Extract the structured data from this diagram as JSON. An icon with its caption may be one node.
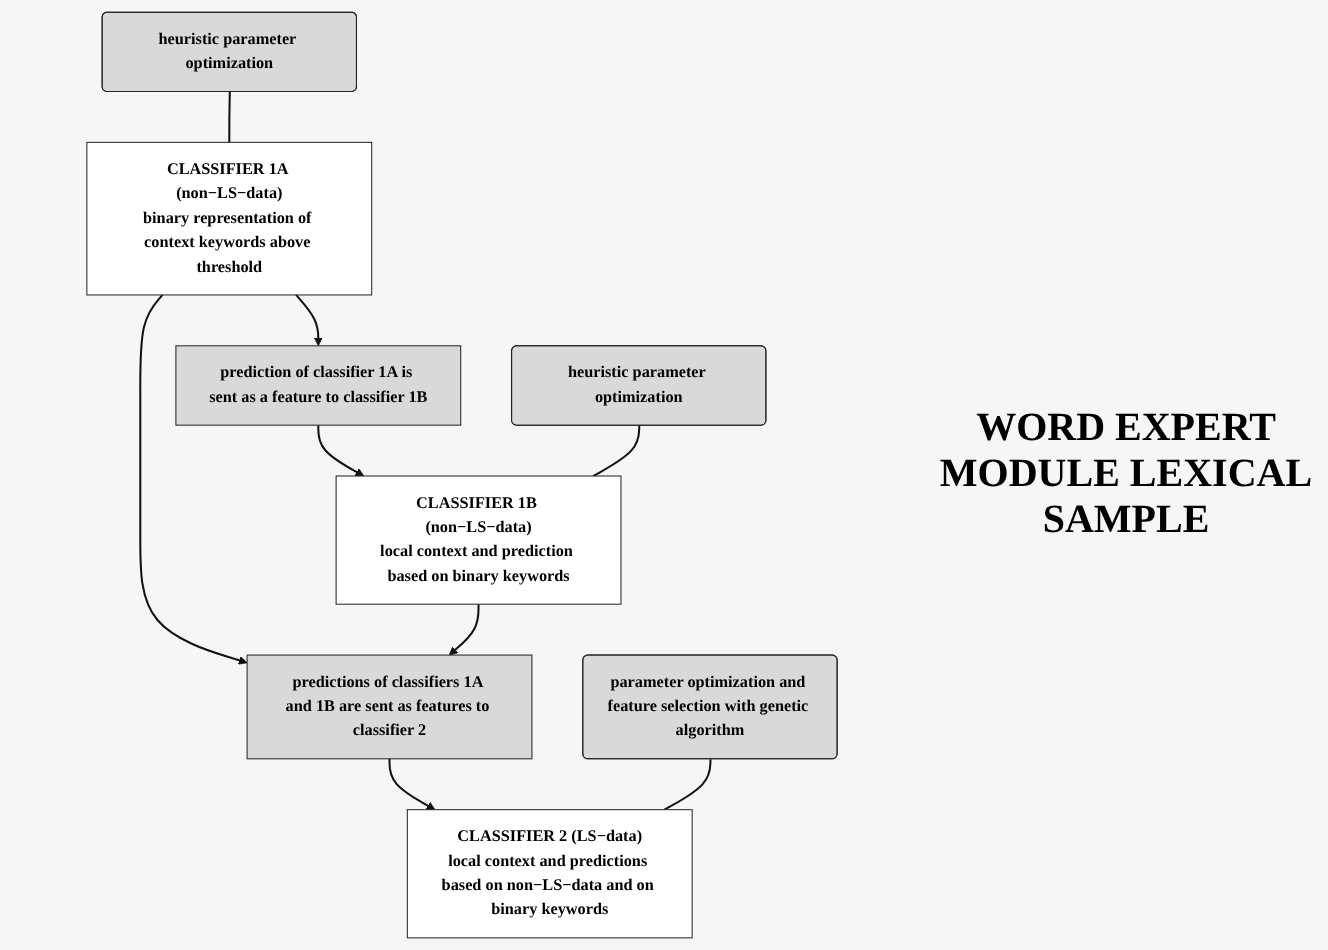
{
  "diagram": {
    "nodes": [
      {
        "text": [
          "heuristic parameter optimization"
        ]
      },
      {
        "text": [
          "prediction of classifier 1A is sent as a feature to classifier 1B"
        ]
      },
      {
        "text": [
          "heuristic parameter optimization"
        ]
      },
      {
        "text": [
          "CLASSIFIER 1A (non−LS−data)",
          "binary representation of context keywords above threshold"
        ]
      },
      {
        "text": [
          "CLASSIFIER 1B (non−LS−data)",
          "local context and prediction based on binary keywords"
        ]
      },
      {
        "text": [
          "predictions of classifiers 1A and 1B are sent as features to classifier 2"
        ]
      },
      {
        "text": [
          "CLASSIFIER 2 (LS−data)",
          "local context and predictions based on non−LS−data and on binary keywords"
        ]
      },
      {
        "text": [
          "parameter optimization and feature selection with genetic algorithm"
        ]
      }
    ],
    "edges": [
      {
        "from": 0,
        "to": 3,
        "arrow": "none"
      },
      {
        "from": 3,
        "to": 1,
        "arrow": "to"
      },
      {
        "from": 1,
        "to": 4,
        "arrow": "to"
      },
      {
        "from": 2,
        "to": 4,
        "arrow": "none"
      },
      {
        "from": 3,
        "to": 5,
        "arrow": "to"
      },
      {
        "from": 4,
        "to": 5,
        "arrow": "to"
      },
      {
        "from": 5,
        "to": 6,
        "arrow": "to"
      },
      {
        "from": 7,
        "to": 6,
        "arrow": "none"
      }
    ],
    "labels": [
      "WORD EXPERT MODULE LEXICAL SAMPLE"
    ]
  }
}
